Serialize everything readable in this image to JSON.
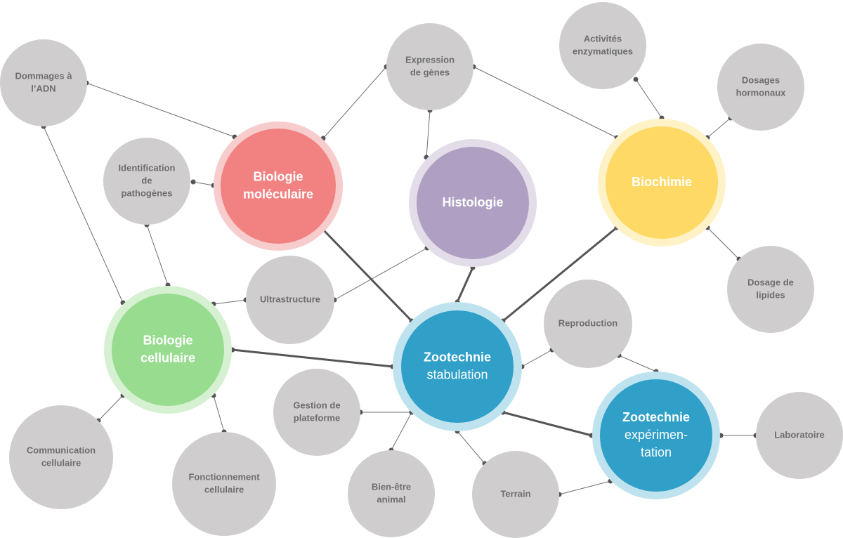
{
  "colors": {
    "satellite": "#cfcdcd",
    "satellite_text": "#6e6e6e",
    "edge": "#555555",
    "biologie_moleculaire": "#f28282",
    "biologie_moleculaire_ring": "#f7cccc",
    "histologie": "#afa0c3",
    "histologie_ring": "#e3dde9",
    "biochimie": "#ffd966",
    "biochimie_ring": "#fff2c6",
    "biologie_cellulaire": "#98dc90",
    "biologie_cellulaire_ring": "#d6f1d2",
    "zootechnie": "#30a0c8",
    "zootechnie_ring": "#bfe2ef"
  },
  "hubs": {
    "biologie_moleculaire": {
      "lines": [
        "Biologie",
        "moléculaire"
      ]
    },
    "histologie": {
      "lines": [
        "Histologie"
      ]
    },
    "biochimie": {
      "lines": [
        "Biochimie"
      ]
    },
    "biologie_cellulaire": {
      "lines": [
        "Biologie",
        "cellulaire"
      ]
    },
    "zootechnie_stabulation": {
      "lines": [
        "Zootechnie",
        "stabulation"
      ]
    },
    "zootechnie_experimentation": {
      "lines": [
        "Zootechnie",
        "expérimen-",
        "tation"
      ]
    }
  },
  "satellites": {
    "dommages_adn": {
      "lines": [
        "Dommages à",
        "l’ADN"
      ]
    },
    "identification_pathogenes": {
      "lines": [
        "Identification",
        "de",
        "pathogènes"
      ]
    },
    "expression_genes": {
      "lines": [
        "Expression",
        "de gènes"
      ]
    },
    "activites_enzymatiques": {
      "lines": [
        "Activités",
        "enzymatiques"
      ]
    },
    "dosages_hormonaux": {
      "lines": [
        "Dosages",
        "hormonaux"
      ]
    },
    "dosage_lipides": {
      "lines": [
        "Dosage de",
        "lipides"
      ]
    },
    "ultrastructure": {
      "lines": [
        "Ultrastructure"
      ]
    },
    "reproduction": {
      "lines": [
        "Reproduction"
      ]
    },
    "communication_cellulaire": {
      "lines": [
        "Communication",
        "cellulaire"
      ]
    },
    "fonctionnement_cellulaire": {
      "lines": [
        "Fonctionnement",
        "cellulaire"
      ]
    },
    "gestion_plateforme": {
      "lines": [
        "Gestion de",
        "plateforme"
      ]
    },
    "bien_etre_animal": {
      "lines": [
        "Bien-être",
        "animal"
      ]
    },
    "terrain": {
      "lines": [
        "Terrain"
      ]
    },
    "laboratoire": {
      "lines": [
        "Laboratoire"
      ]
    }
  }
}
